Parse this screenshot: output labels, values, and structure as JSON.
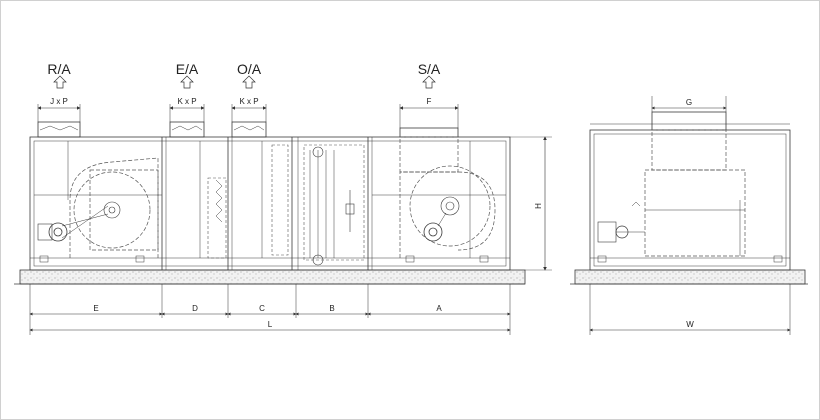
{
  "colors": {
    "line": "#3a3a3a",
    "dash": "#555555",
    "concrete": "#ececec"
  },
  "front_view": {
    "openings": [
      {
        "label": "R/A",
        "size": "J x P"
      },
      {
        "label": "E/A",
        "size": "K x P"
      },
      {
        "label": "O/A",
        "size": "K x P"
      },
      {
        "label": "S/A",
        "size": "F"
      }
    ],
    "sections": [
      "E",
      "D",
      "C",
      "B",
      "A"
    ],
    "overall_length": "L",
    "height": "H"
  },
  "side_view": {
    "top_opening": "G",
    "overall_width": "W"
  }
}
